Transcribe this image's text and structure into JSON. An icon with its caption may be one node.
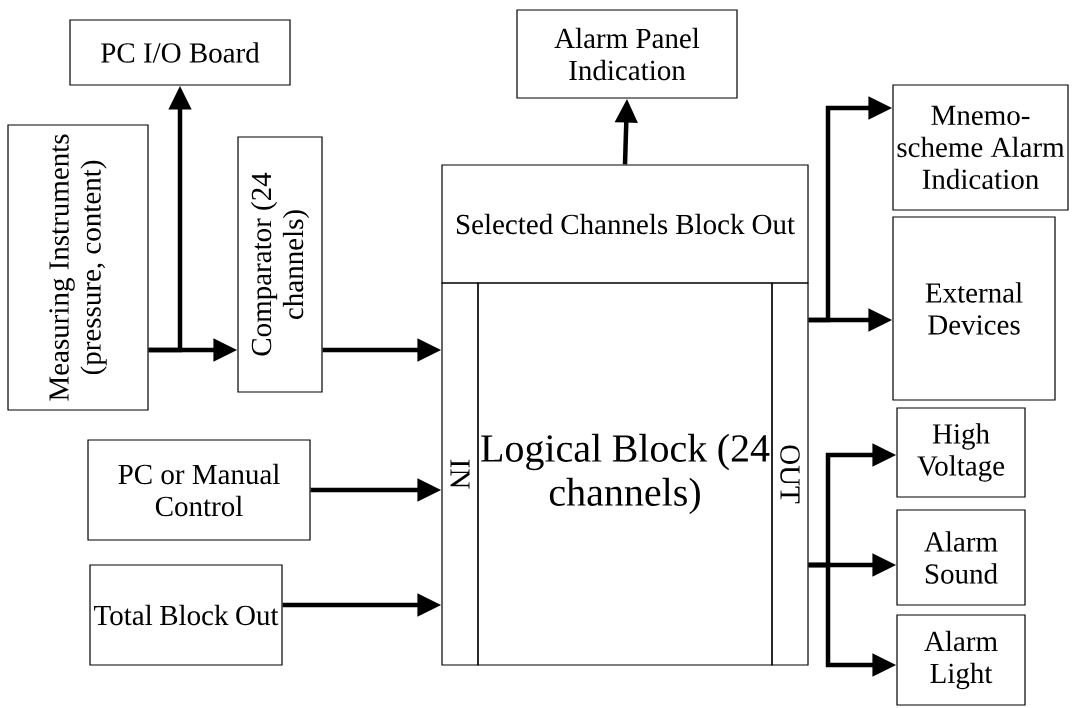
{
  "diagram": {
    "nodes": [
      {
        "text": [
          "PC I/O Board"
        ]
      },
      {
        "text": [
          "Measuring Instruments (pressure, content)"
        ]
      },
      {
        "text": [
          "Comparator (24 channels)"
        ]
      },
      {
        "text": [
          "Alarm Panel Indication"
        ]
      },
      {
        "text": [
          "Selected Channels Block Out"
        ]
      },
      {
        "text": [
          "IN"
        ]
      },
      {
        "text": [
          "Logical Block (24 channels)"
        ]
      },
      {
        "text": [
          "OUT"
        ]
      },
      {
        "text": [
          "Mnemo- scheme Alarm Indication"
        ]
      },
      {
        "text": [
          "External Devices"
        ]
      },
      {
        "text": [
          "PC or Manual Control"
        ]
      },
      {
        "text": [
          "Total Block Out"
        ]
      },
      {
        "text": [
          "High Voltage"
        ]
      },
      {
        "text": [
          "Alarm Sound"
        ]
      },
      {
        "text": [
          "Alarm Light"
        ]
      }
    ],
    "edges": [
      {
        "from": 1,
        "to": 0,
        "arrow": "to"
      },
      {
        "from": 1,
        "to": 2,
        "arrow": "to"
      },
      {
        "from": 2,
        "to": 5,
        "arrow": "to"
      },
      {
        "from": 10,
        "to": 5,
        "arrow": "to"
      },
      {
        "from": 11,
        "to": 5,
        "arrow": "to"
      },
      {
        "from": 4,
        "to": 3,
        "arrow": "to"
      },
      {
        "from": 7,
        "to": 8,
        "arrow": "to"
      },
      {
        "from": 7,
        "to": 9,
        "arrow": "to"
      },
      {
        "from": 7,
        "to": 12,
        "arrow": "to"
      },
      {
        "from": 7,
        "to": 13,
        "arrow": "to"
      },
      {
        "from": 7,
        "to": 14,
        "arrow": "to"
      }
    ]
  }
}
